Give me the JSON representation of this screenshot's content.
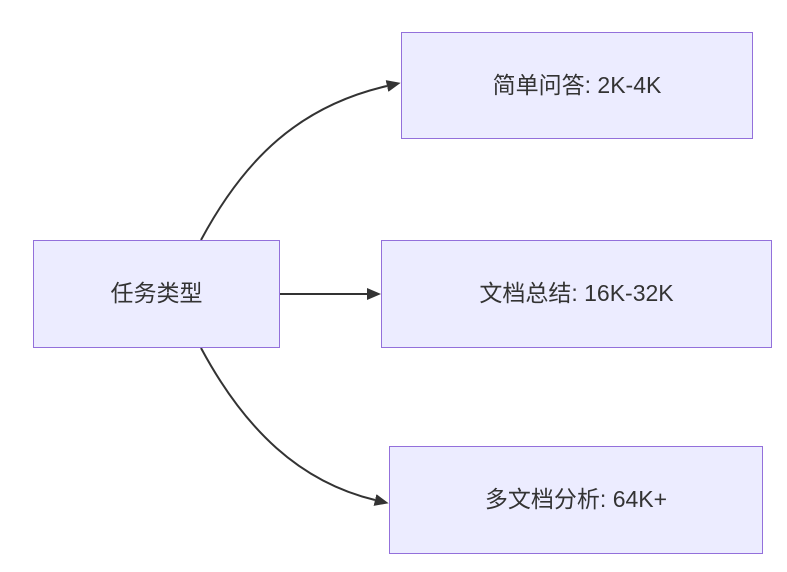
{
  "diagram": {
    "type": "flowchart-left-to-right",
    "background": "#ffffff",
    "node_fill": "#ECECFF",
    "node_border": "#9370DB",
    "edge_color": "#333333",
    "text_color": "#333333",
    "root": {
      "id": "task-type",
      "label": "任务类型"
    },
    "branches": [
      {
        "id": "simple-qa",
        "label": "简单问答: 2K-4K"
      },
      {
        "id": "doc-summary",
        "label": "文档总结: 16K-32K"
      },
      {
        "id": "multi-doc-analysis",
        "label": "多文档分析: 64K+"
      }
    ],
    "edges": [
      {
        "from": "task-type",
        "to": "simple-qa"
      },
      {
        "from": "task-type",
        "to": "doc-summary"
      },
      {
        "from": "task-type",
        "to": "multi-doc-analysis"
      }
    ]
  }
}
